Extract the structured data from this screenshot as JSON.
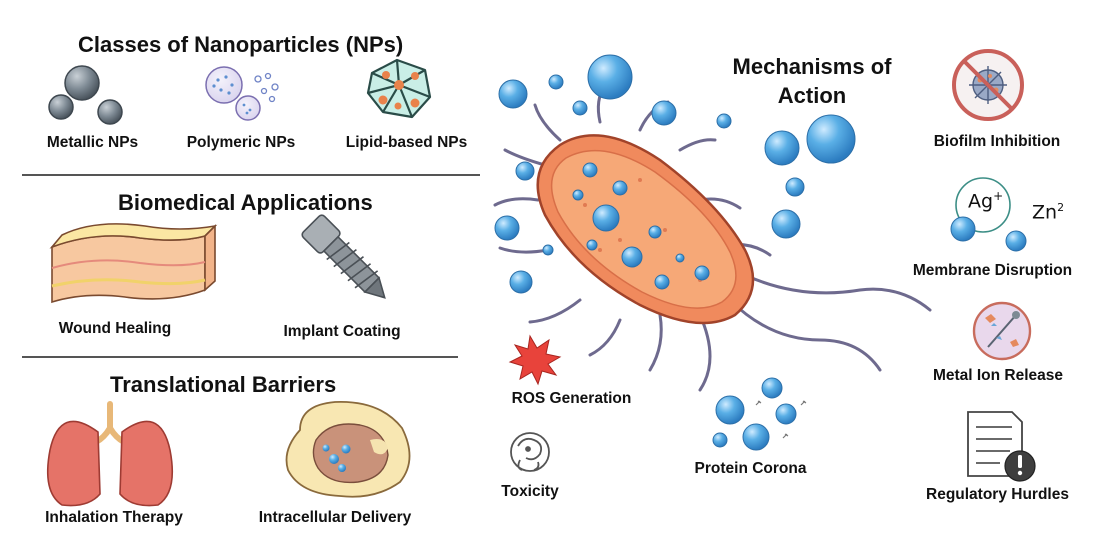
{
  "sections": {
    "classes": {
      "title": "Classes of Nanoparticles (NPs)",
      "items": [
        "Metallic NPs",
        "Polymeric NPs",
        "Lipid-based NPs"
      ]
    },
    "biomedical": {
      "title": "Biomedical Applications",
      "items": [
        "Wound Healing",
        "Implant Coating"
      ]
    },
    "barriers": {
      "title": "Translational Barriers",
      "items": [
        "Inhalation Therapy",
        "Intracellular Delivery"
      ]
    },
    "mechanisms": {
      "title_line1": "Mechanisms of",
      "title_line2": "Action",
      "items": [
        "Biofilm Inhibition",
        "Membrane Disruption",
        "Metal Ion Release",
        "Regulatory Hurdles"
      ],
      "ion_ag": "Ag",
      "ion_ag_sup": "+",
      "ion_zn": "Zn",
      "ion_zn_sup": "2"
    },
    "center": {
      "items": [
        "ROS Generation",
        "Toxicity",
        "Protein Corona"
      ]
    }
  },
  "colors": {
    "bacterium_body": "#F08A5D",
    "bacterium_inner": "#F6A877",
    "nanoparticle_blue": "#5AAFE6",
    "lung_red": "#E57368",
    "ros_red": "#E8433B"
  }
}
